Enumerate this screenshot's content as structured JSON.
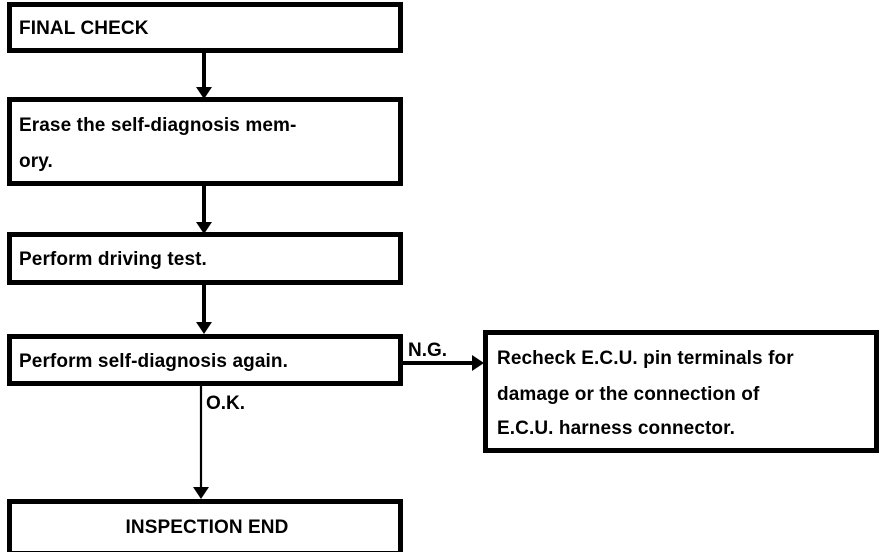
{
  "diagram": {
    "title": "FINAL CHECK flowchart",
    "colors": {
      "background": "#ffffff",
      "stroke": "#000000",
      "text": "#000000"
    },
    "nodes": [
      {
        "id": "final-check",
        "name": "final-check-box",
        "lines": [
          "FINAL CHECK"
        ],
        "align": "left"
      },
      {
        "id": "erase-memory",
        "name": "erase-self-diagnosis-memory-box",
        "lines": [
          "Erase the self-diagnosis mem-",
          "ory."
        ],
        "align": "left"
      },
      {
        "id": "driving-test",
        "name": "perform-driving-test-box",
        "lines": [
          "Perform driving test."
        ],
        "align": "left"
      },
      {
        "id": "self-diagnosis-again",
        "name": "perform-self-diagnosis-again-box",
        "lines": [
          "Perform self-diagnosis again."
        ],
        "align": "left"
      },
      {
        "id": "recheck-ecu",
        "name": "recheck-ecu-pin-terminals-box",
        "lines": [
          "Recheck E.C.U. pin terminals for",
          "damage or the connection of",
          "E.C.U. harness connector."
        ],
        "align": "left"
      },
      {
        "id": "inspection-end",
        "name": "inspection-end-box",
        "lines": [
          "INSPECTION END"
        ],
        "align": "center"
      }
    ],
    "edges": [
      {
        "id": "e1",
        "name": "arrow-final-check-to-erase",
        "label": ""
      },
      {
        "id": "e2",
        "name": "arrow-erase-to-driving-test",
        "label": ""
      },
      {
        "id": "e3",
        "name": "arrow-driving-test-to-self-diagnosis",
        "label": ""
      },
      {
        "id": "e4",
        "name": "arrow-self-diagnosis-to-recheck-ecu",
        "label": "N.G."
      },
      {
        "id": "e5",
        "name": "arrow-self-diagnosis-to-inspection-end",
        "label": "O.K."
      }
    ]
  }
}
